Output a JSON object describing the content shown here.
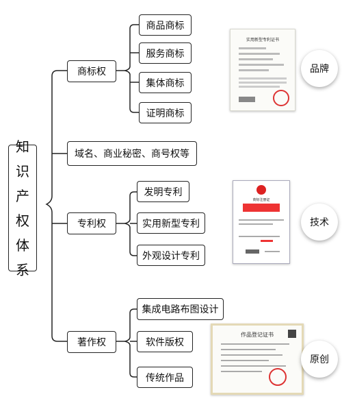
{
  "root": {
    "chars": [
      "知",
      "识",
      "产",
      "权",
      "体",
      "系"
    ]
  },
  "categories": {
    "trademark": {
      "label": "商标权",
      "items": [
        "商品商标",
        "服务商标",
        "集体商标",
        "证明商标"
      ]
    },
    "other": {
      "label": "域名、商业秘密、商号权等"
    },
    "patent": {
      "label": "专利权",
      "items": [
        "发明专利",
        "实用新型专利",
        "外观设计专利"
      ]
    },
    "copyright": {
      "label": "著作权",
      "items": [
        "集成电路布图设计",
        "软件版权",
        "传统作品"
      ]
    }
  },
  "tags": {
    "brand": "品牌",
    "tech": "技术",
    "original": "原创"
  },
  "certificates": {
    "utility": {
      "title": "实用新型专利证书"
    },
    "trademark": {
      "title": "商标注册证"
    },
    "copyright": {
      "title": "作品登记证书"
    }
  },
  "colors": {
    "line": "#222222",
    "seal": "#dd3333",
    "cert_bg": "#fbfbf8"
  }
}
